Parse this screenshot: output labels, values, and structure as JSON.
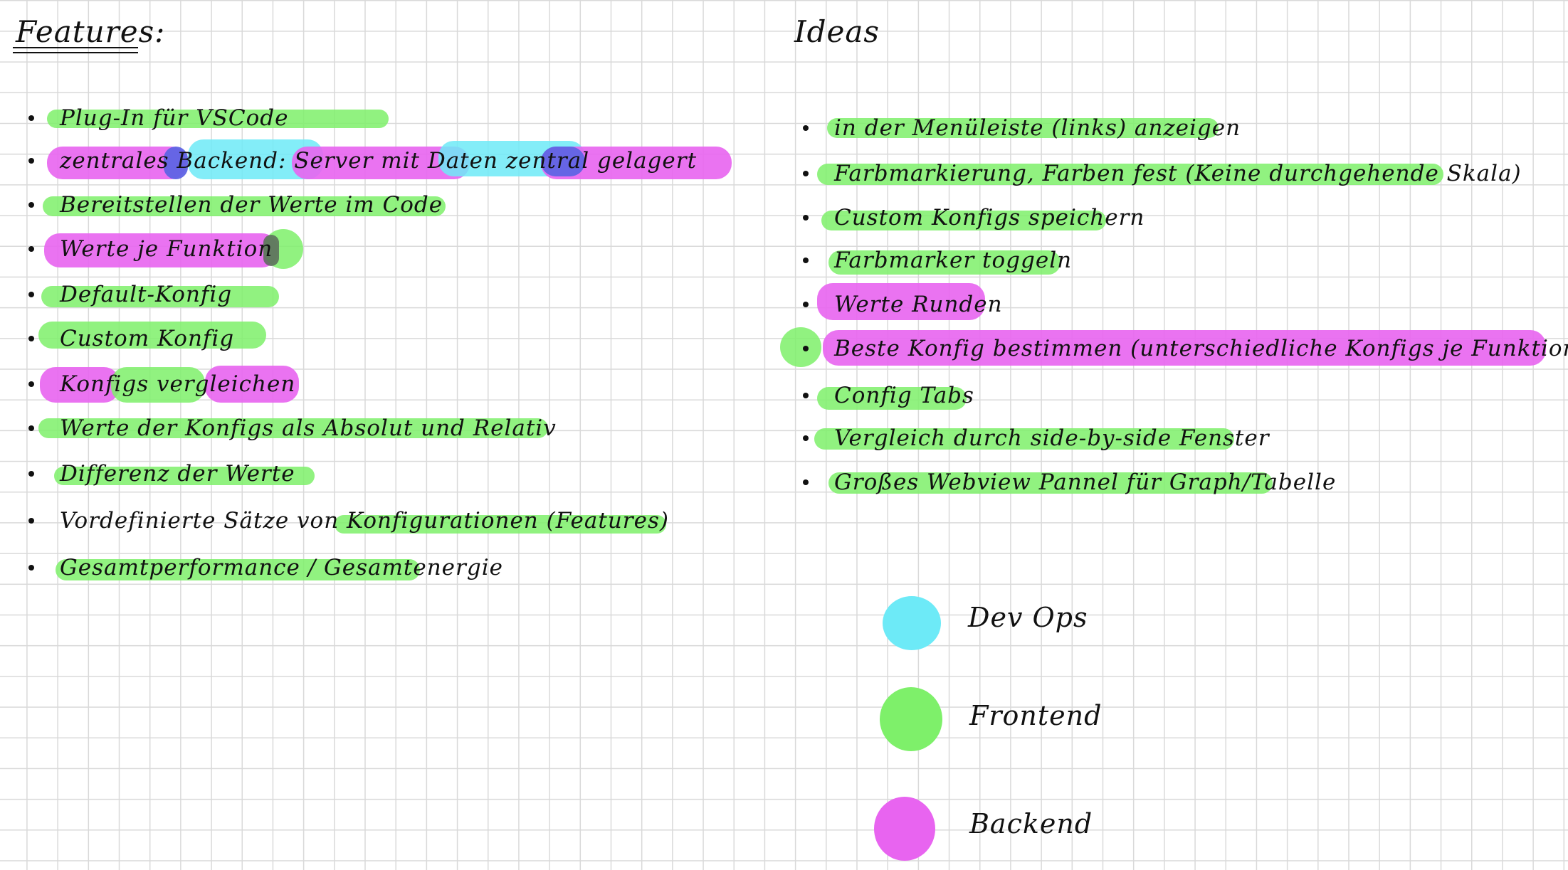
{
  "features": {
    "title": "Features:",
    "items": [
      "Plug-In für VSCode",
      "zentrales Backend: Server mit Daten zentral gelagert",
      "Bereitstellen der Werte im Code",
      "Werte je Funktion",
      "Default-Konfig",
      "Custom Konfig",
      "Konfigs vergleichen",
      "Werte der Konfigs als Absolut und Relativ",
      "Differenz der Werte",
      "Vordefinierte Sätze von Konfigurationen (Features)",
      "Gesamtperformance / Gesamtenergie"
    ]
  },
  "ideas": {
    "title": "Ideas",
    "items": [
      "in der Menüleiste (links) anzeigen",
      "Farbmarkierung, Farben fest (Keine durchgehende Skala)",
      "Custom Konfigs speichern",
      "Farbmarker toggeln",
      "Werte Runden",
      "Beste Konfig bestimmen (unterschiedliche Konfigs je Funktion?)",
      "Config Tabs",
      "Vergleich durch side-by-side Fenster",
      "Großes Webview Pannel für Graph/Tabelle"
    ]
  },
  "legend": {
    "items": [
      {
        "label": "Dev Ops",
        "color": "#6deaf7"
      },
      {
        "label": "Frontend",
        "color": "#7ef06a"
      },
      {
        "label": "Backend",
        "color": "#e864f0"
      }
    ]
  },
  "colors": {
    "devops": "#6deaf7",
    "frontend": "#7ef06a",
    "backend": "#e864f0",
    "overlap": "#5f64e4"
  }
}
